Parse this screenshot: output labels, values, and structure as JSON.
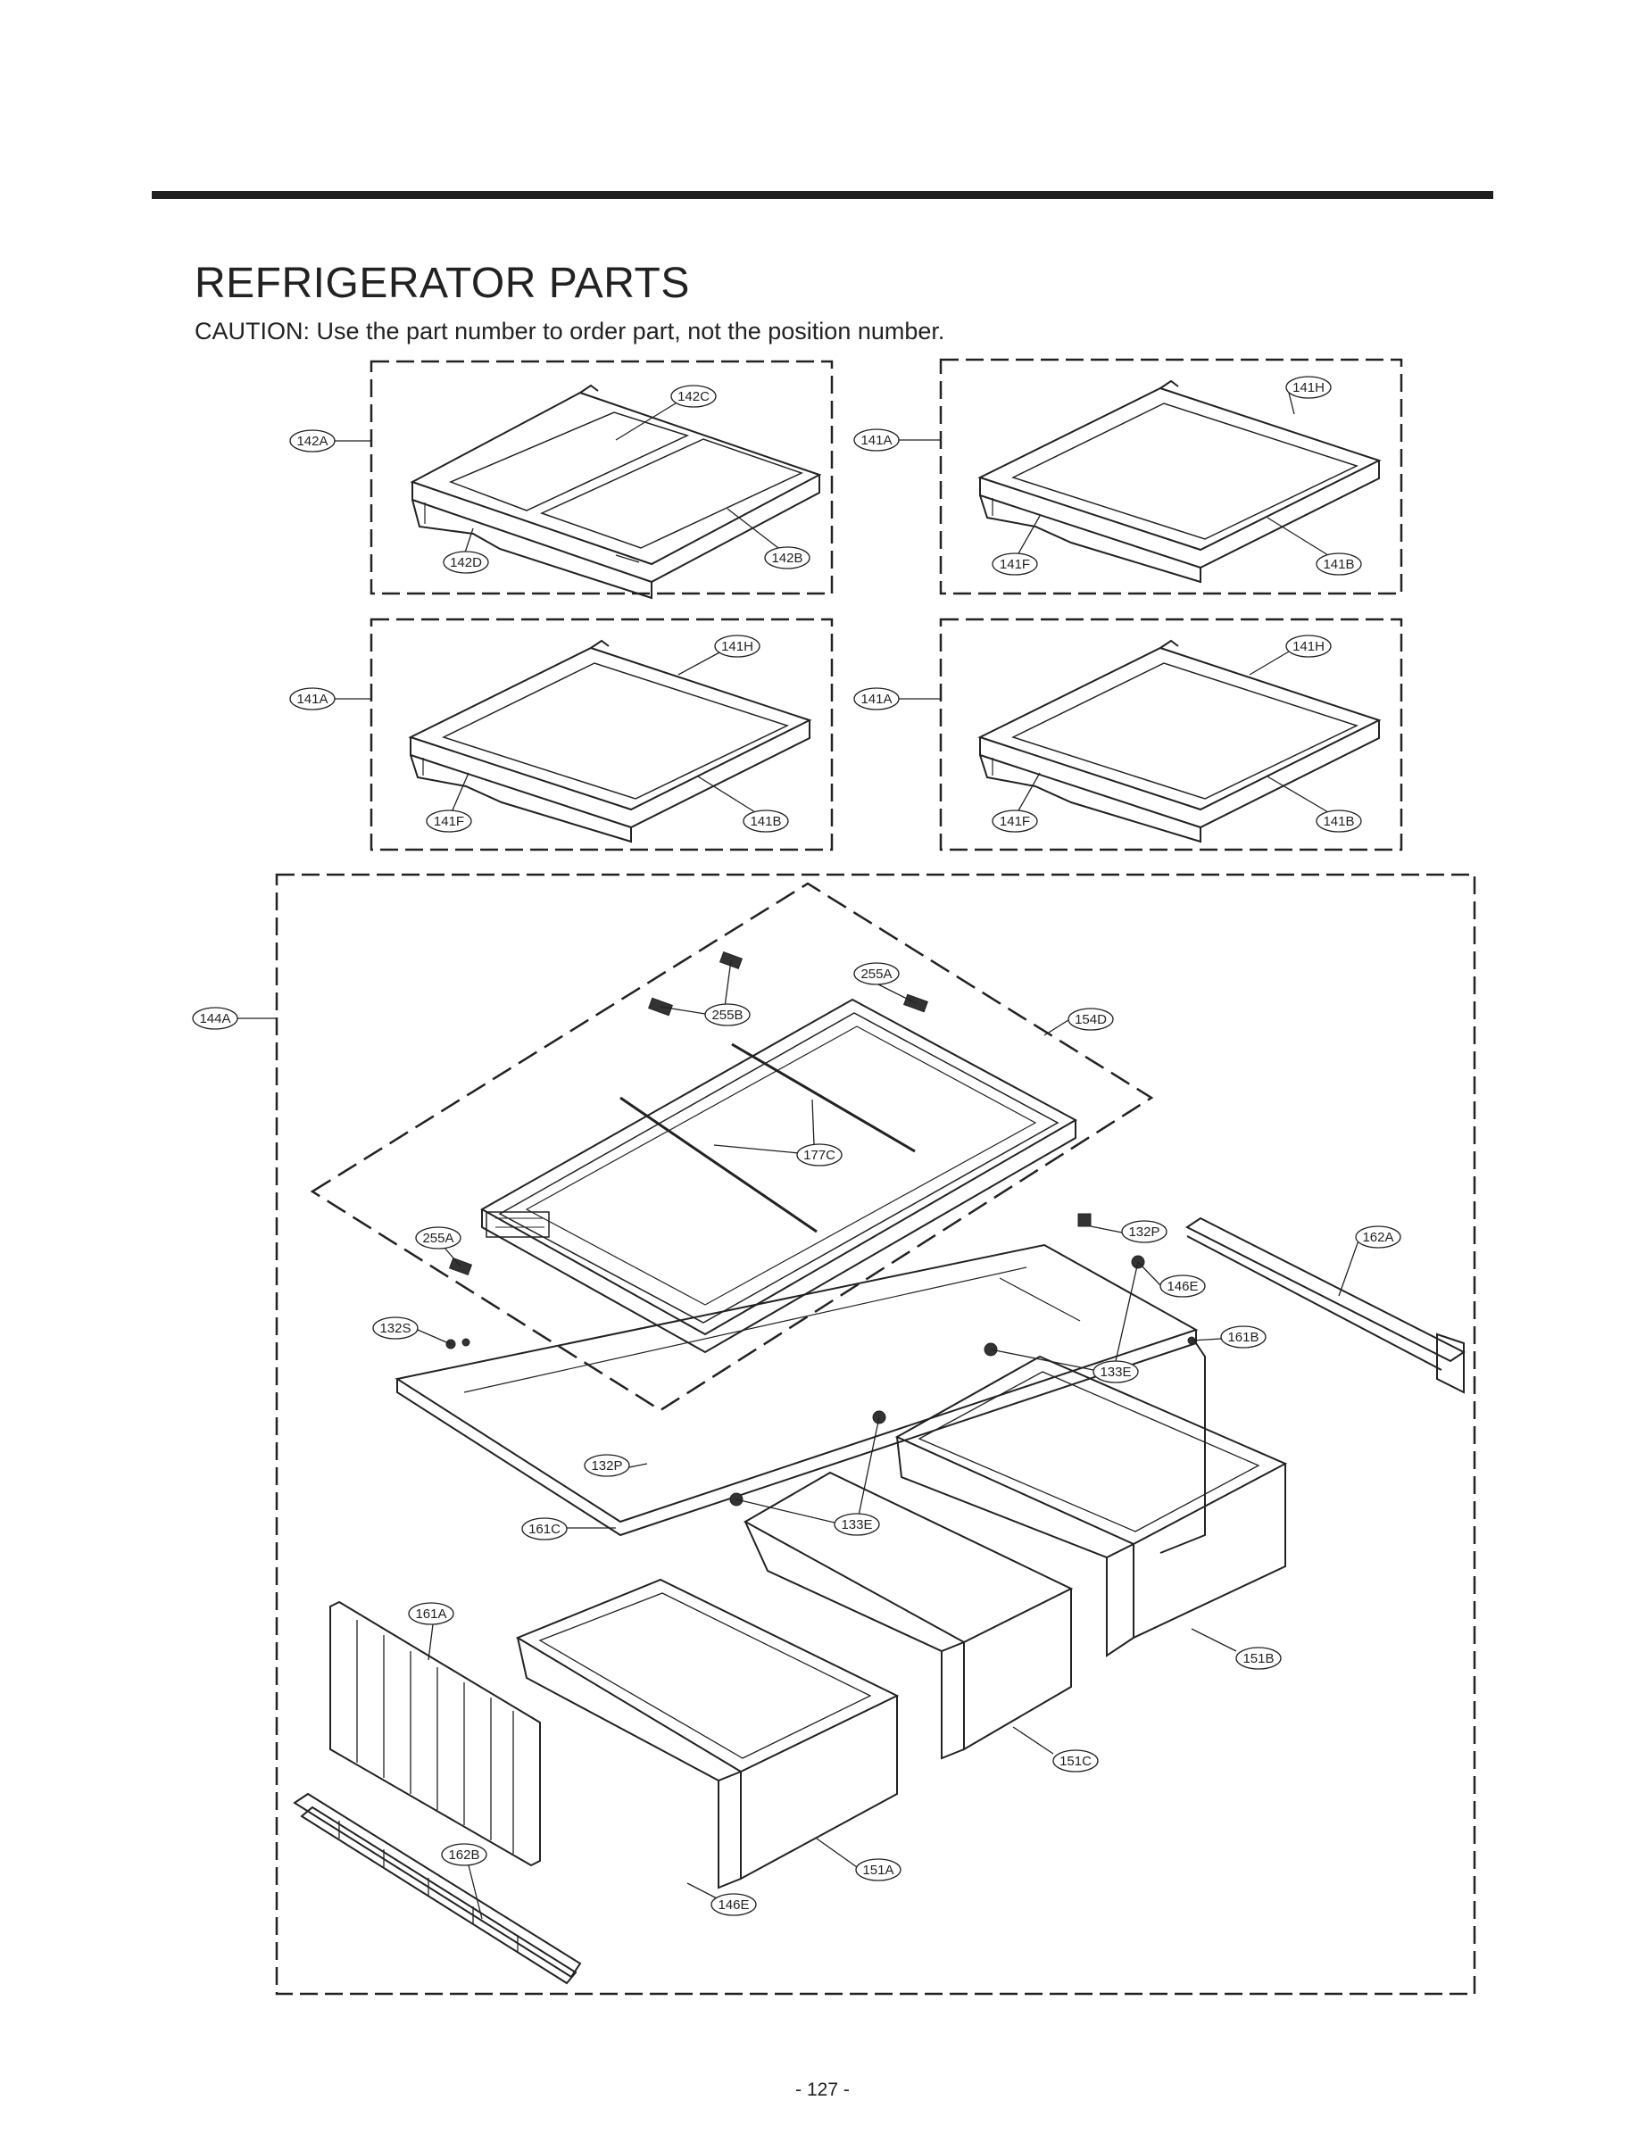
{
  "header": {
    "title": "REFRIGERATOR PARTS",
    "caution": "CAUTION: Use the part number to order part, not the position number."
  },
  "callouts": {
    "p1_142C": "142C",
    "p1_142A": "142A",
    "p1_142D": "142D",
    "p1_142B": "142B",
    "p2_141H": "141H",
    "p2_141A": "141A",
    "p2_141F": "141F",
    "p2_141B": "141B",
    "p3_141H": "141H",
    "p3_141A": "141A",
    "p3_141F": "141F",
    "p3_141B": "141B",
    "p4_141H": "141H",
    "p4_141A": "141A",
    "p4_141F": "141F",
    "p4_141B": "141B",
    "a_144A": "144A",
    "a_255A_top": "255A",
    "a_255B": "255B",
    "a_154D": "154D",
    "a_177C": "177C",
    "a_255A_left": "255A",
    "a_132P_right": "132P",
    "a_162A": "162A",
    "a_146E_top": "146E",
    "a_132S": "132S",
    "a_161B": "161B",
    "a_133E_right": "133E",
    "a_132P_left": "132P",
    "a_161C": "161C",
    "a_133E_mid": "133E",
    "a_161A": "161A",
    "a_151B": "151B",
    "a_151C": "151C",
    "a_162B": "162B",
    "a_151A": "151A",
    "a_146E_bottom": "146E"
  },
  "footer": {
    "page_number": "- 127 -"
  }
}
